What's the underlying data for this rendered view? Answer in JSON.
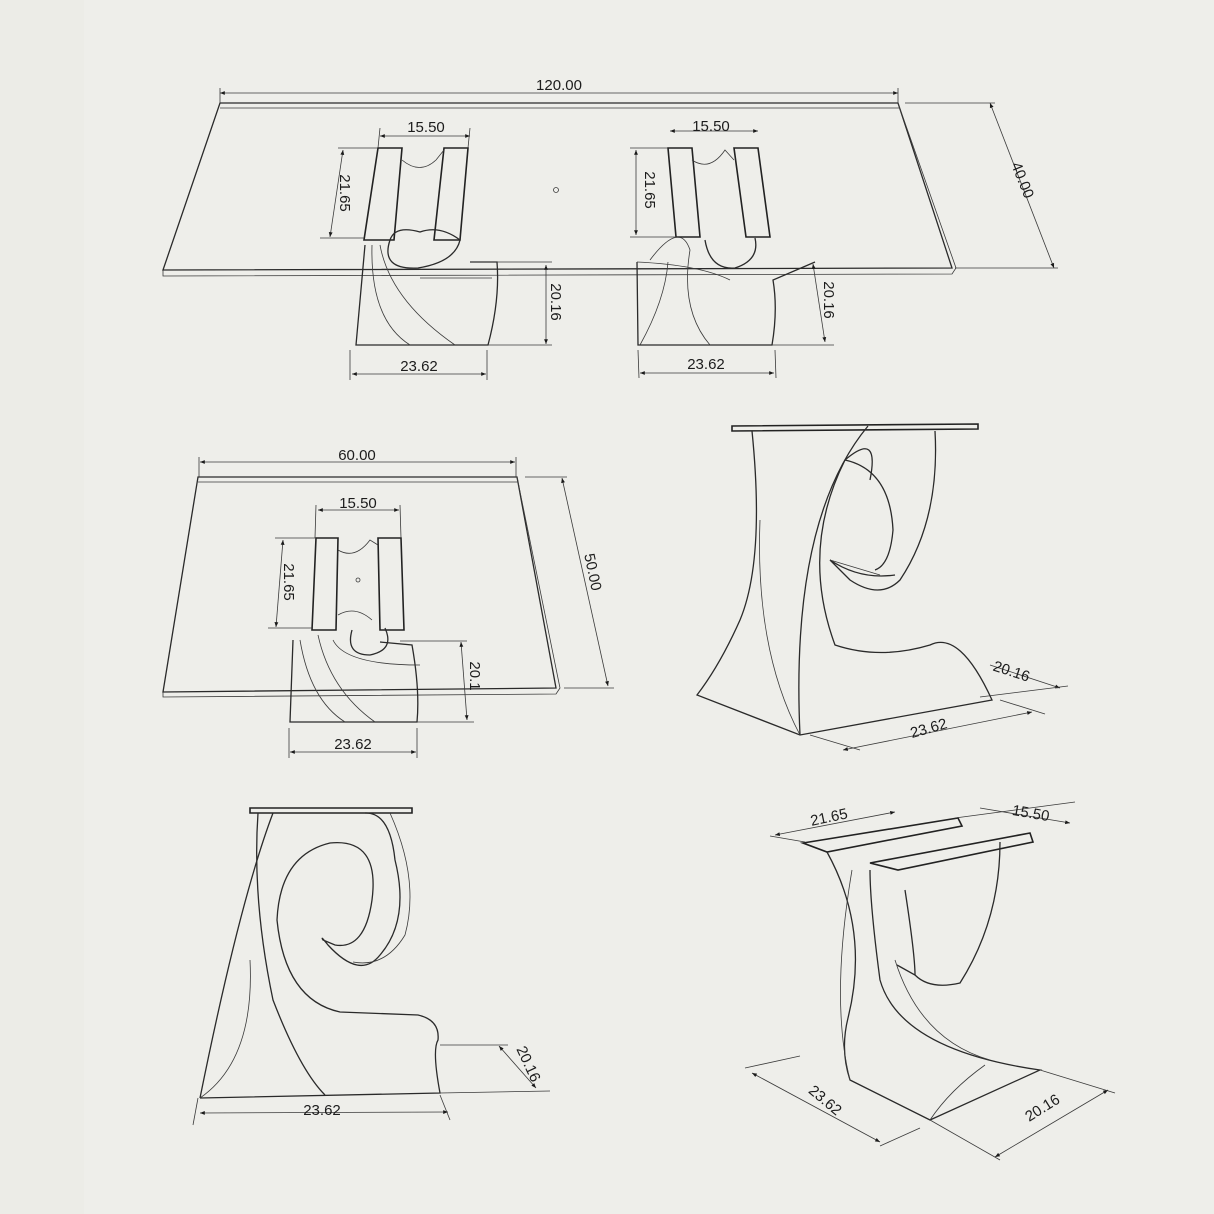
{
  "drawing": {
    "subject": "Sculptural table base - spiral leg technical drawing",
    "background_color": "#eeeeea",
    "line_color": "#2a2a2a"
  },
  "views": {
    "top_rect_table": {
      "table_length": "120.00",
      "table_width": "40.00",
      "left_leg": {
        "plate_spacing": "15.50",
        "plate_length": "21.65",
        "leg_height": "20.16",
        "leg_base": "23.62"
      },
      "right_leg": {
        "plate_spacing": "15.50",
        "plate_length": "21.65",
        "leg_height": "20.16",
        "leg_base": "23.62"
      }
    },
    "square_table": {
      "table_length": "60.00",
      "table_width": "50.00",
      "plate_spacing": "15.50",
      "plate_length": "21.65",
      "leg_height": "20.1",
      "leg_base": "23.62"
    },
    "iso_front_leg": {
      "base_width": "23.62",
      "depth": "20.16"
    },
    "side_spiral_leg": {
      "base_width": "23.62",
      "depth": "20.16"
    },
    "iso_back_leg": {
      "plate_length": "21.65",
      "plate_spacing": "15.50",
      "base_width": "23.62",
      "depth": "20.16"
    }
  }
}
